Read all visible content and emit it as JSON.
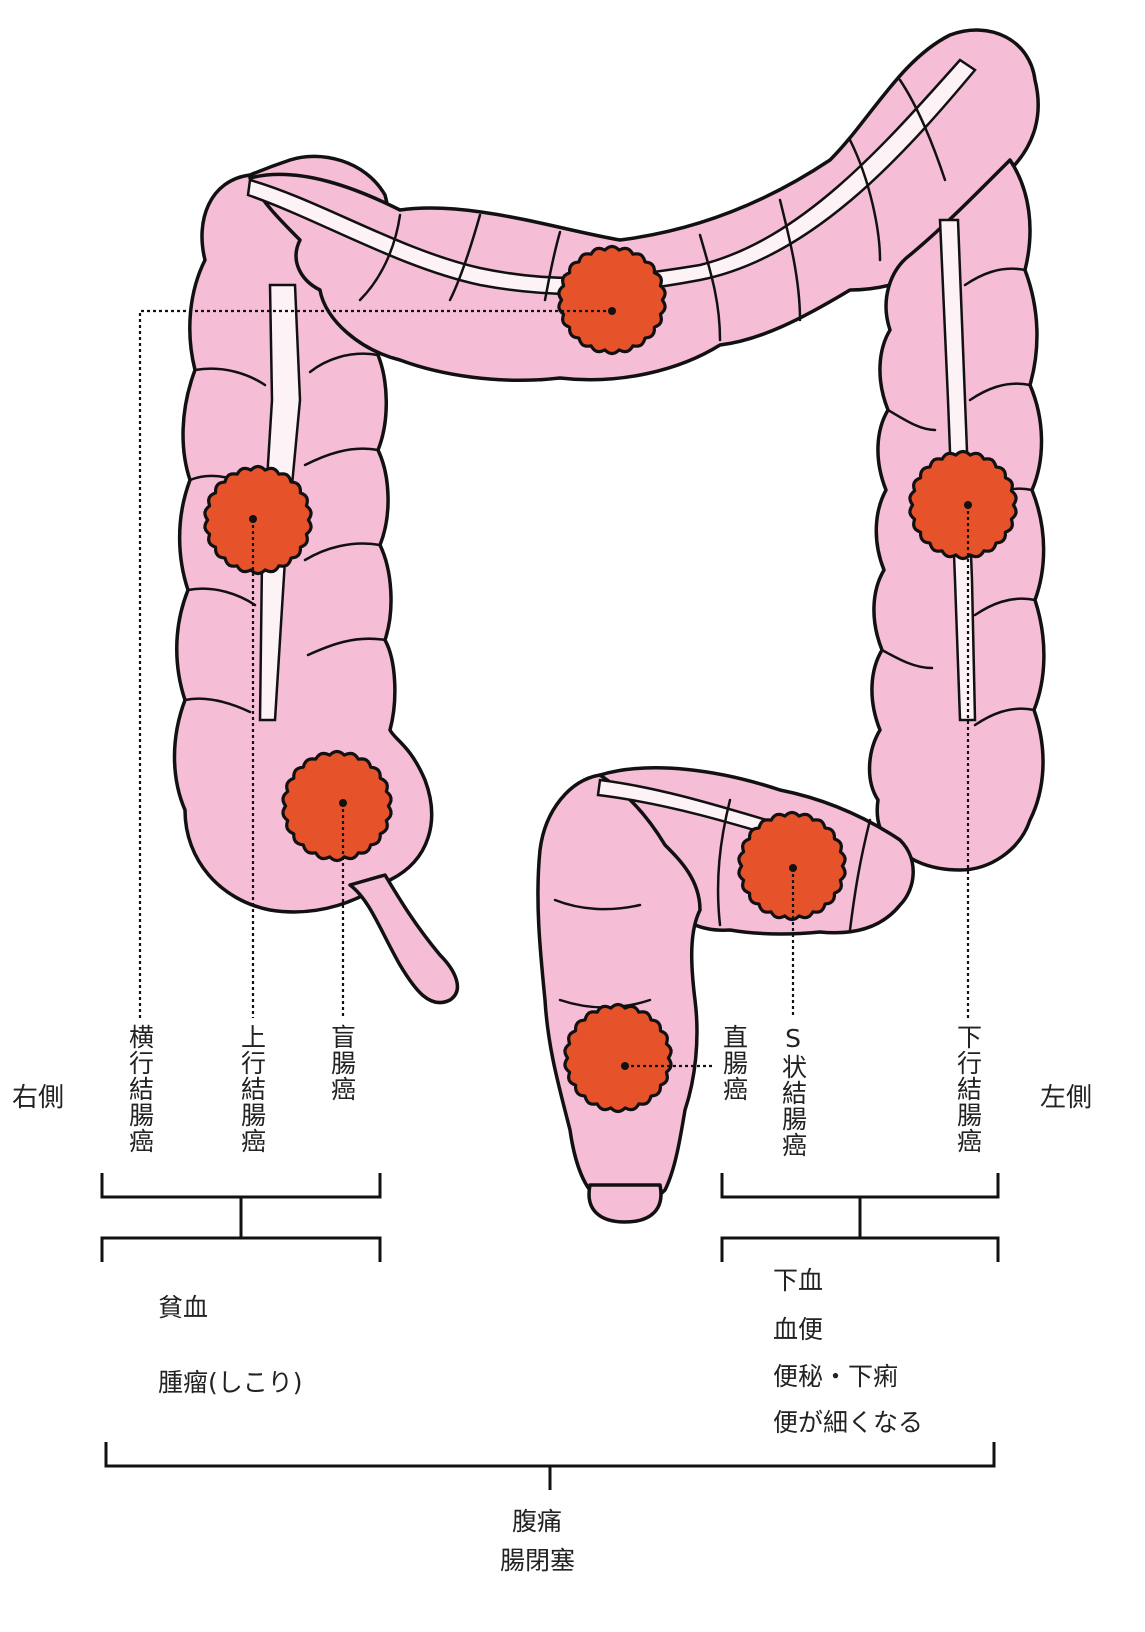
{
  "labels": {
    "right_side": "右側",
    "left_side": "左側",
    "transverse": "横行結腸癌",
    "ascending": "上行結腸癌",
    "cecum": "盲腸癌",
    "rectum": "直腸癌",
    "sigmoid": "S状結腸癌",
    "descending": "下行結腸癌"
  },
  "symptoms": {
    "right": [
      "貧血",
      "腫瘤(しこり)"
    ],
    "left": [
      "下血",
      "血便",
      "便秘・下痢",
      "便が細くなる"
    ],
    "common": [
      "腹痛",
      "腸閉塞"
    ]
  },
  "colors": {
    "colon": "#f6bdd7",
    "lumen": "#fdf2f6",
    "tumor": "#e6532b",
    "outline": "#111111"
  }
}
